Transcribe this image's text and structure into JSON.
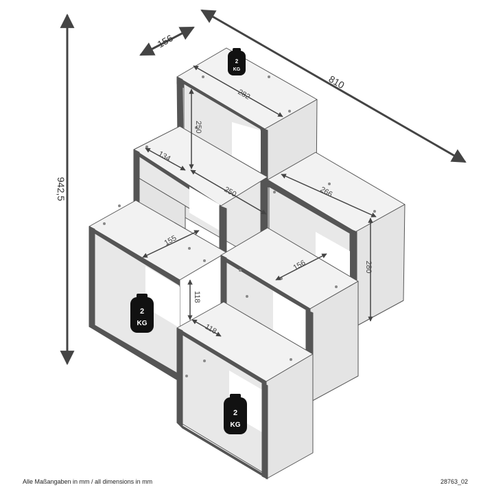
{
  "dimensions": {
    "depth": "156",
    "total_width": "810",
    "total_height": "942,5",
    "top_box_width": "282",
    "top_box_height": "250",
    "left_depth": "134",
    "middle_diagonal": "250",
    "right_box_width": "266",
    "right_box_height": "280",
    "inner_left": "155",
    "inner_right": "156",
    "small_height": "118",
    "small_width": "118"
  },
  "weights": {
    "top": {
      "value": "2",
      "unit": "KG"
    },
    "left": {
      "value": "2",
      "unit": "KG"
    },
    "bottom": {
      "value": "2",
      "unit": "KG"
    }
  },
  "footer": {
    "note": "Alle Maßangaben in mm / all dimensions in mm",
    "code": "28763_02"
  },
  "colors": {
    "panel_front": "#555555",
    "panel_top": "#f0f0f0",
    "panel_side": "#e6e6e6",
    "weight": "#111111",
    "arrow": "#444444"
  }
}
